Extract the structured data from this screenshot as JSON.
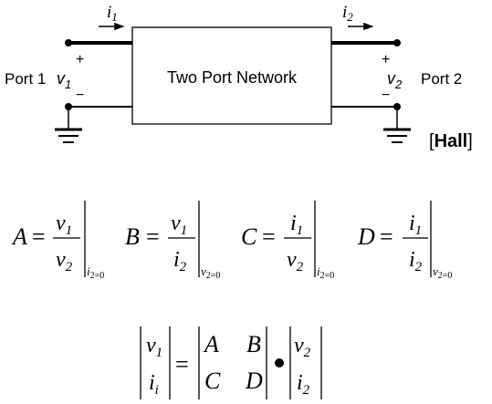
{
  "circuit": {
    "current_in": "i",
    "current_in_sub": "1",
    "current_out": "i",
    "current_out_sub": "2",
    "port1_label": "Port 1",
    "v1": "v",
    "v1_sub": "1",
    "v2": "v",
    "v2_sub": "2",
    "port2_label": "Port 2",
    "plus": "+",
    "minus": "−",
    "box_label": "Two Port Network",
    "citation_open": "[",
    "citation_text": "Hall",
    "citation_close": "]"
  },
  "equations": {
    "A": {
      "lhs": "A",
      "num": "v",
      "num_sub": "1",
      "den": "v",
      "den_sub": "2",
      "cond": "i",
      "cond_sub": "2=0"
    },
    "B": {
      "lhs": "B",
      "num": "v",
      "num_sub": "1",
      "den": "i",
      "den_sub": "2",
      "cond": "v",
      "cond_sub": "2=0"
    },
    "C": {
      "lhs": "C",
      "num": "i",
      "num_sub": "1",
      "den": "v",
      "den_sub": "2",
      "cond": "i",
      "cond_sub": "2=0"
    },
    "D": {
      "lhs": "D",
      "num": "i",
      "num_sub": "1",
      "den": "i",
      "den_sub": "2",
      "cond": "v",
      "cond_sub": "2=0"
    },
    "eq_sign": "="
  },
  "matrix": {
    "left": [
      {
        "b": "v",
        "s": "1"
      },
      {
        "b": "i",
        "s": "i"
      }
    ],
    "middle": [
      [
        "A",
        "B"
      ],
      [
        "C",
        "D"
      ]
    ],
    "right": [
      {
        "b": "v",
        "s": "2"
      },
      {
        "b": "i",
        "s": "2"
      }
    ],
    "eq_sign": "="
  }
}
